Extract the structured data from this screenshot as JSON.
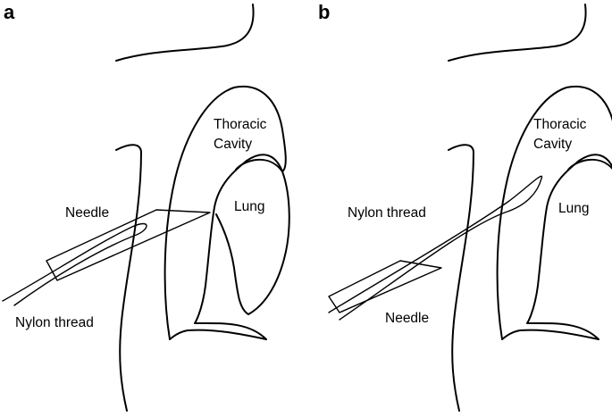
{
  "panels": [
    {
      "label": "a",
      "thoracic_cavity": "Thoracic Cavity",
      "thoracic_line1": "Thoracic",
      "thoracic_line2": "Cavity",
      "lung": "Lung",
      "needle": "Needle",
      "nylon_thread": "Nylon thread"
    },
    {
      "label": "b",
      "thoracic_cavity": "Thoracic Cavity",
      "thoracic_line1": "Thoracic",
      "thoracic_line2": "Cavity",
      "lung": "Lung",
      "needle": "Needle",
      "nylon_thread": "Nylon thread"
    }
  ]
}
